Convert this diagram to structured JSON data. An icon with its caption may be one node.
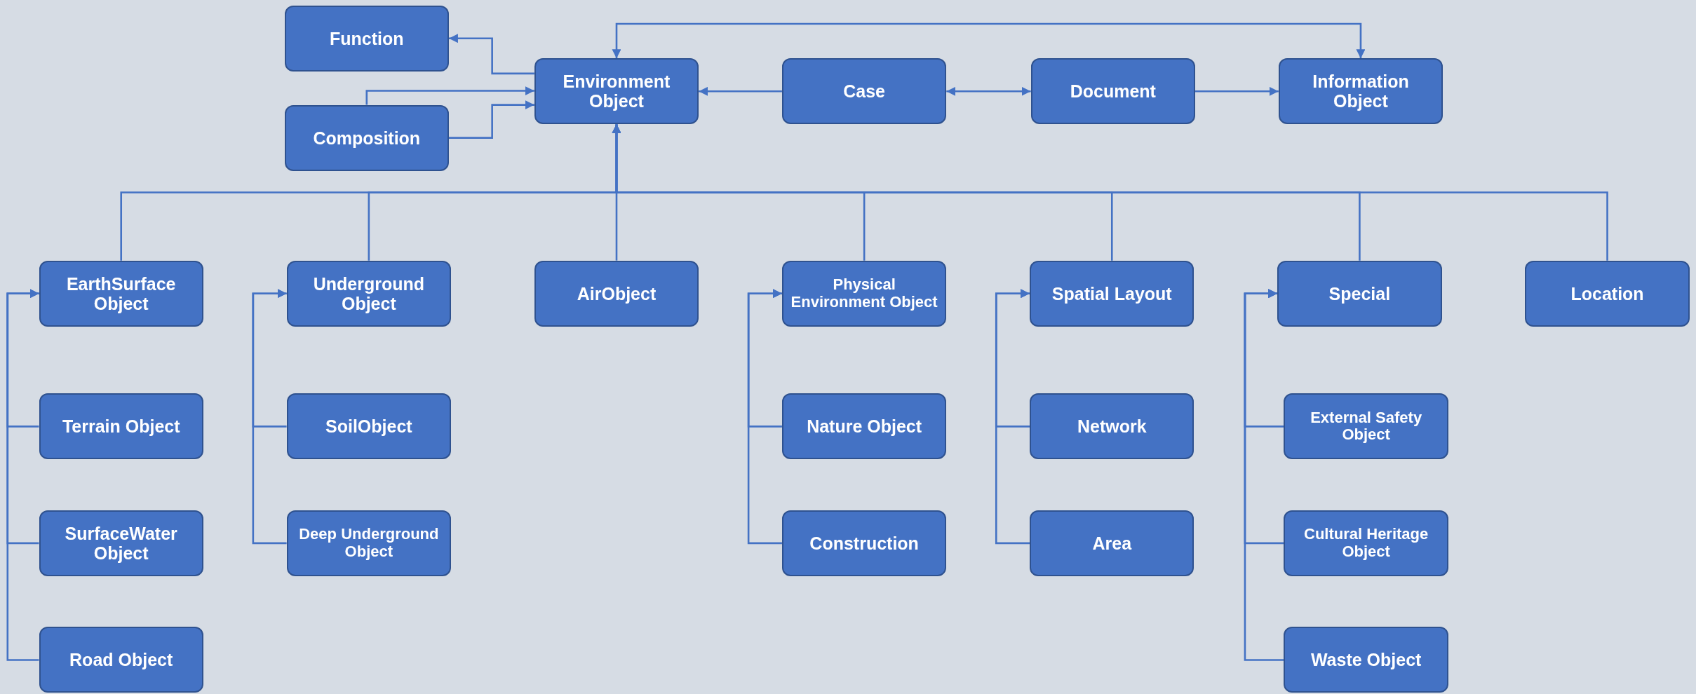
{
  "diagram": {
    "nodes": [
      {
        "text": [
          "Function"
        ]
      },
      {
        "text": [
          "Composition"
        ]
      },
      {
        "text": [
          "Environment Object"
        ]
      },
      {
        "text": [
          "Case"
        ]
      },
      {
        "text": [
          "Document"
        ]
      },
      {
        "text": [
          "Information Object"
        ]
      },
      {
        "text": [
          "EarthSurface Object"
        ]
      },
      {
        "text": [
          "Underground Object"
        ]
      },
      {
        "text": [
          "AirObject"
        ]
      },
      {
        "text": [
          "Physical Environment Object"
        ]
      },
      {
        "text": [
          "Spatial Layout"
        ]
      },
      {
        "text": [
          "Special"
        ]
      },
      {
        "text": [
          "Location"
        ]
      },
      {
        "text": [
          "Terrain Object"
        ]
      },
      {
        "text": [
          "SoilObject"
        ]
      },
      {
        "text": [
          "Nature Object"
        ]
      },
      {
        "text": [
          "Network"
        ]
      },
      {
        "text": [
          "External Safety Object"
        ]
      },
      {
        "text": [
          "SurfaceWater Object"
        ]
      },
      {
        "text": [
          "Deep Underground Object"
        ]
      },
      {
        "text": [
          "Construction"
        ]
      },
      {
        "text": [
          "Area"
        ]
      },
      {
        "text": [
          "Cultural Heritage Object"
        ]
      },
      {
        "text": [
          "Road Object"
        ]
      },
      {
        "text": [
          "Waste Object"
        ]
      }
    ],
    "edges": [
      {
        "from": 2,
        "to": 0,
        "arrow": "to"
      },
      {
        "from": 1,
        "to": 2,
        "arrow": "to"
      },
      {
        "from": 1,
        "to": 2,
        "arrow": "to"
      },
      {
        "from": 3,
        "to": 2,
        "arrow": "to"
      },
      {
        "from": 3,
        "to": 4,
        "arrow": "both"
      },
      {
        "from": 4,
        "to": 5,
        "arrow": "to"
      },
      {
        "from": 2,
        "to": 5,
        "arrow": "both"
      },
      {
        "from": 6,
        "to": 2,
        "arrow": "to"
      },
      {
        "from": 7,
        "to": 2,
        "arrow": "to"
      },
      {
        "from": 8,
        "to": 2,
        "arrow": "to"
      },
      {
        "from": 9,
        "to": 2,
        "arrow": "to"
      },
      {
        "from": 10,
        "to": 2,
        "arrow": "to"
      },
      {
        "from": 11,
        "to": 2,
        "arrow": "to"
      },
      {
        "from": 12,
        "to": 2,
        "arrow": "to"
      },
      {
        "from": 13,
        "to": 6,
        "arrow": "to"
      },
      {
        "from": 18,
        "to": 6,
        "arrow": "to"
      },
      {
        "from": 23,
        "to": 6,
        "arrow": "to"
      },
      {
        "from": 14,
        "to": 7,
        "arrow": "to"
      },
      {
        "from": 19,
        "to": 7,
        "arrow": "to"
      },
      {
        "from": 15,
        "to": 9,
        "arrow": "to"
      },
      {
        "from": 20,
        "to": 9,
        "arrow": "to"
      },
      {
        "from": 16,
        "to": 10,
        "arrow": "to"
      },
      {
        "from": 21,
        "to": 10,
        "arrow": "to"
      },
      {
        "from": 17,
        "to": 11,
        "arrow": "to"
      },
      {
        "from": 22,
        "to": 11,
        "arrow": "to"
      },
      {
        "from": 24,
        "to": 11,
        "arrow": "to"
      }
    ]
  }
}
